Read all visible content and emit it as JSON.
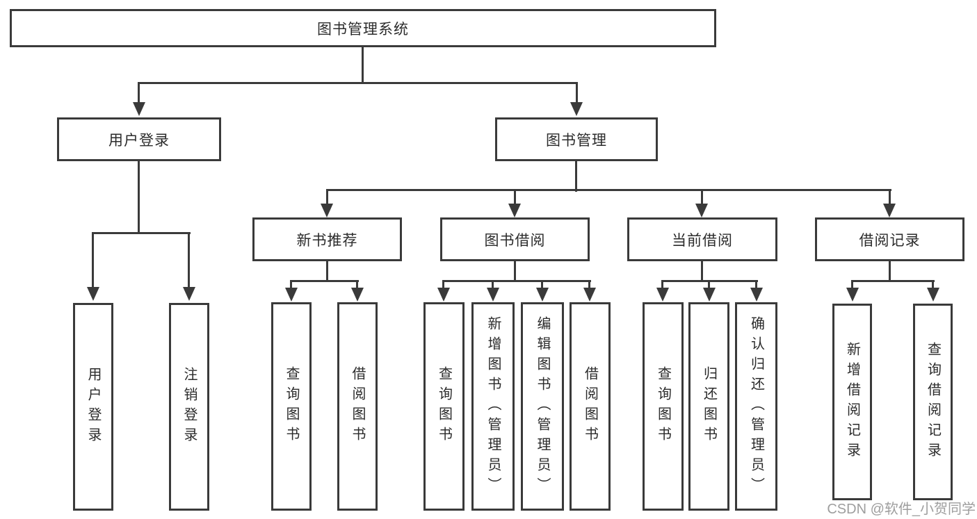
{
  "colors": {
    "line": "#3a3a3a",
    "text": "#2b2b2b",
    "watermark": "#9e9e9e",
    "box-bg": "#ffffff"
  },
  "watermark": {
    "text": "CSDN @软件_小贺同学"
  },
  "tree": {
    "label": "图书管理系统",
    "children": [
      {
        "label": "用户登录",
        "children": [
          {
            "label": "用户登录"
          },
          {
            "label": "注销登录"
          }
        ]
      },
      {
        "label": "图书管理",
        "children": [
          {
            "label": "新书推荐",
            "children": [
              {
                "label": "查询图书"
              },
              {
                "label": "借阅图书"
              }
            ]
          },
          {
            "label": "图书借阅",
            "children": [
              {
                "label": "查询图书"
              },
              {
                "label": "新增图书（管理员）"
              },
              {
                "label": "编辑图书（管理员）"
              },
              {
                "label": "借阅图书"
              }
            ]
          },
          {
            "label": "当前借阅",
            "children": [
              {
                "label": "查询图书"
              },
              {
                "label": "归还图书"
              },
              {
                "label": "确认归还（管理员）"
              }
            ]
          },
          {
            "label": "借阅记录",
            "children": [
              {
                "label": "新增借阅记录"
              },
              {
                "label": "查询借阅记录"
              }
            ]
          }
        ]
      }
    ]
  }
}
